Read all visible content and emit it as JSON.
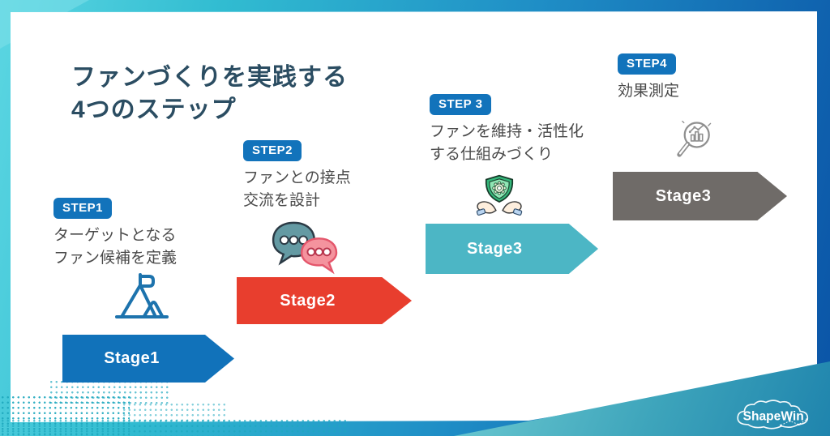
{
  "title": {
    "line1": "ファンづくりを実践する",
    "line2": "4つのステップ"
  },
  "steps": [
    {
      "badge": "STEP1",
      "desc_line1": "ターゲットとなる",
      "desc_line2": "ファン候補を定義",
      "stage": "Stage1",
      "arrow_color": "#1172ba",
      "icon": "mountain-flag-icon"
    },
    {
      "badge": "STEP2",
      "desc_line1": "ファンとの接点",
      "desc_line2": "交流を設計",
      "stage": "Stage2",
      "arrow_color": "#e83e2e",
      "icon": "chat-bubbles-icon"
    },
    {
      "badge": "STEP 3",
      "desc_line1": "ファンを維持・活性化",
      "desc_line2": "する仕組みづくり",
      "stage": "Stage3",
      "arrow_color": "#4cb6c5",
      "icon": "shield-hands-icon"
    },
    {
      "badge": "STEP4",
      "desc_line1": "効果測定",
      "desc_line2": "",
      "stage": "Stage3",
      "arrow_color": "#6f6b68",
      "icon": "magnifier-chart-icon"
    }
  ],
  "colors": {
    "frame_cyan": "#5bd6e2",
    "frame_blue": "#0a53a6",
    "badge_blue": "#1273bb",
    "title_text": "#2b4d62",
    "body_text": "#4a4a4a",
    "wedge_teal": "#3da4bb"
  },
  "footer": {
    "logo_text": "ShapeWin"
  }
}
